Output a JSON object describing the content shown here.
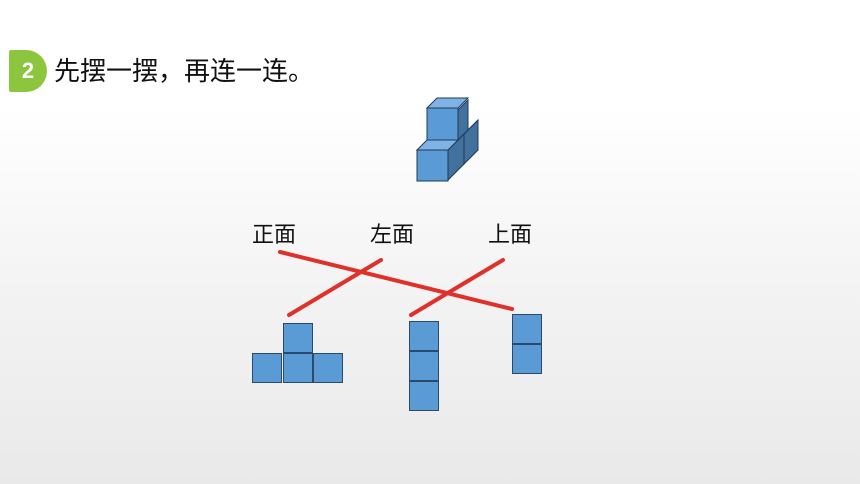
{
  "problem": {
    "number": "2",
    "instruction": "先摆一摆，再连一连。"
  },
  "views": {
    "front": "正面",
    "left": "左面",
    "top": "上面"
  },
  "colors": {
    "badge": "#8cc63f",
    "cube_front": "#5b9bd5",
    "cube_top": "#7fb2e5",
    "cube_side": "#41719c",
    "connector": "#e0302a"
  }
}
